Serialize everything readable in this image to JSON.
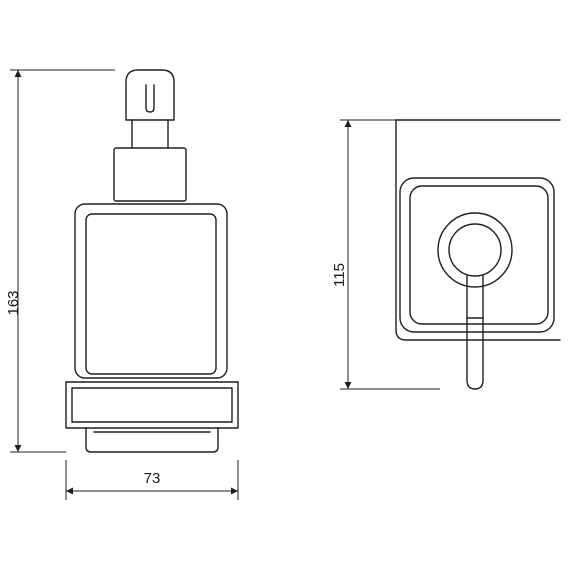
{
  "dimensions": {
    "height_label": "163",
    "width_label": "73",
    "mount_height_label": "115"
  },
  "colors": {
    "line": "#1f1f1f",
    "background": "#ffffff"
  }
}
